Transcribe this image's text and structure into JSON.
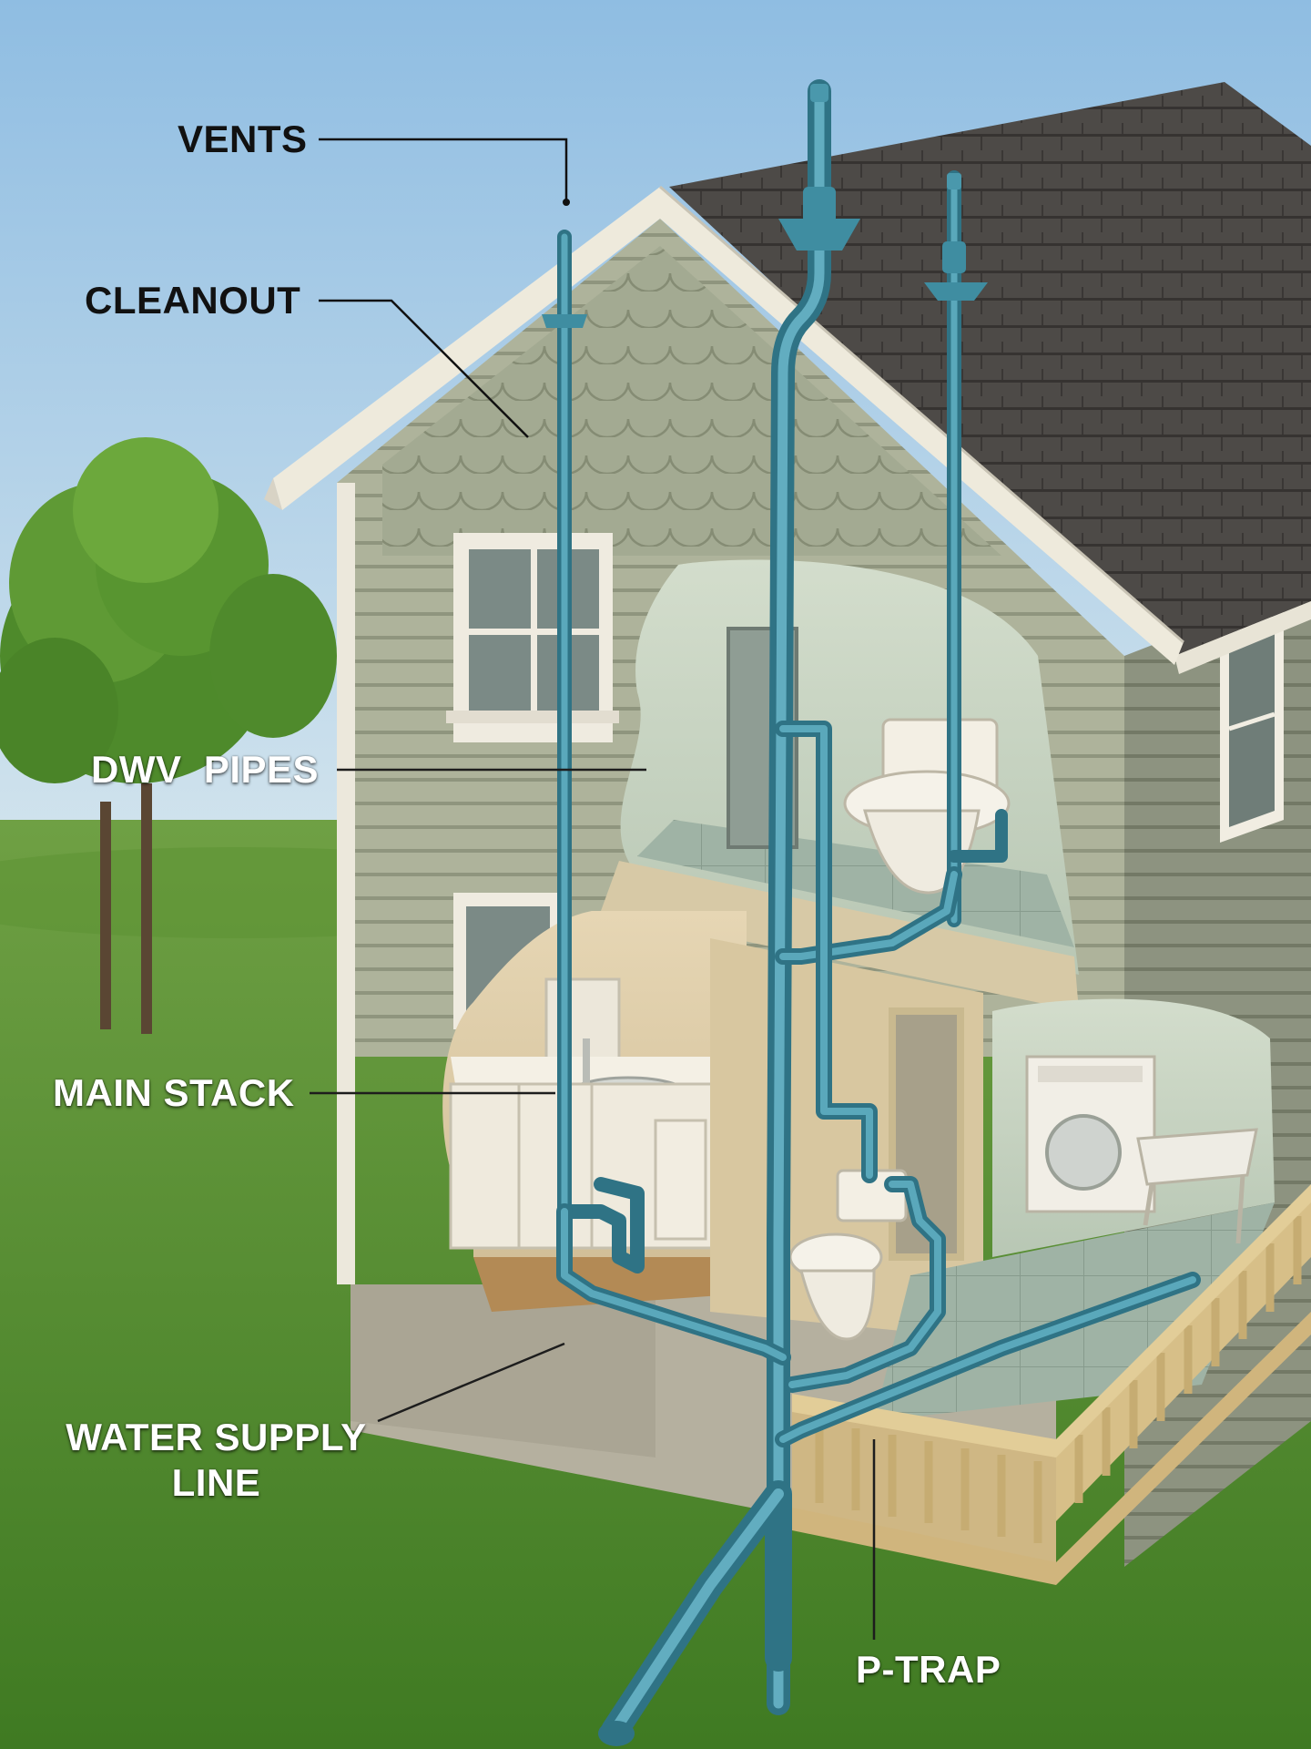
{
  "labels": {
    "vents": "VENTS",
    "cleanout": "CLEANOUT",
    "dwv_pipes": "DWV  PIPES",
    "main_stack": "MAIN STACK",
    "water_supply_line_1": "WATER SUPPLY",
    "water_supply_line_2": "LINE",
    "p_trap": "P-TRAP"
  },
  "colors": {
    "sky": "#9fc5e3",
    "grass": "#4f8a2c",
    "siding": "#a9ae96",
    "roof": "#4a4745",
    "trim": "#ece8dc",
    "pipe": "#3f8da1",
    "deck": "#d8c08a",
    "interior_wall": "#c9d3c0",
    "floor": "#8fa79a"
  },
  "icons": [
    "tree-icon",
    "toilet-icon",
    "sink-icon",
    "washer-icon",
    "utility-sink-icon",
    "window-icon"
  ]
}
